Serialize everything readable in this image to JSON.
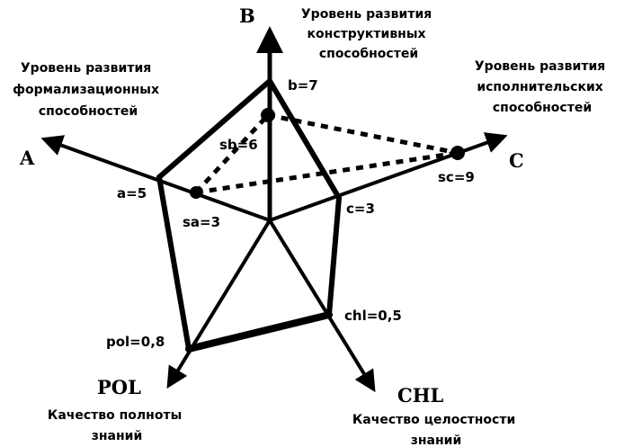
{
  "axes": {
    "a": {
      "letter": "A",
      "desc": [
        "Уровень развития",
        "формализационных",
        "способностей"
      ]
    },
    "b": {
      "letter": "B",
      "desc": [
        "Уровень развития",
        "конструктивных",
        "способностей"
      ]
    },
    "c": {
      "letter": "C",
      "desc": [
        "Уровень развития",
        "исполнительских",
        "способностей"
      ]
    },
    "chl": {
      "letter": "CHL",
      "desc": [
        "Качество целостности",
        "знаний"
      ]
    },
    "pol": {
      "letter": "POL",
      "desc": [
        "Качество полноты",
        "знаний"
      ]
    }
  },
  "values": {
    "a": "a=5",
    "b": "b=7",
    "c": "c=3",
    "chl": "chl=0,5",
    "pol": "pol=0,8",
    "sa": "sa=3",
    "sb": "sb=6",
    "sc": "sc=9"
  },
  "colors": {
    "line": "#000000",
    "background": "#ffffff"
  }
}
